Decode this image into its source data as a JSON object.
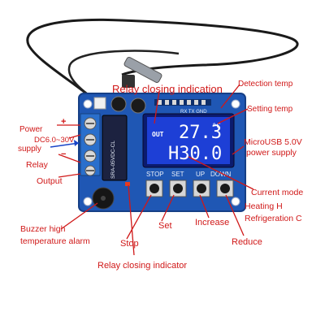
{
  "display": {
    "out_label": "OUT",
    "temperature": "27.3",
    "unit": "°C",
    "mode_setting": "H30.0"
  },
  "board": {
    "header_text": "RX TX GND",
    "relay_text": "SRA-05VDC-CL",
    "buttons": [
      "STOP",
      "SET",
      "UP",
      "DOWN"
    ]
  },
  "labels": {
    "relay_closing_indication": "Relay closing indication",
    "detection_temp": "Detection temp",
    "setting_temp": "Setting temp",
    "usb_line1": "MicroUSB 5.0V",
    "usb_line2": "power supply",
    "power_line1": "Power",
    "power_line2": "DC6.0~30V",
    "power_line3": "supply",
    "plus": "+",
    "minus": "−",
    "relay_output_line1": "Relay",
    "relay_output_line2": "Output",
    "current_mode": "Current mode",
    "heating": "Heating H",
    "refrigeration": "Refrigeration C",
    "buzzer_line1": "Buzzer high",
    "buzzer_line2": "temperature alarm",
    "stop": "Stop",
    "set": "Set",
    "increase": "Increase",
    "reduce": "Reduce",
    "relay_closing_indicator": "Relay closing indicator"
  },
  "colors": {
    "annotation": "#d01818",
    "pcb": "#1f57b4",
    "lcd": "#1d3fd6"
  }
}
